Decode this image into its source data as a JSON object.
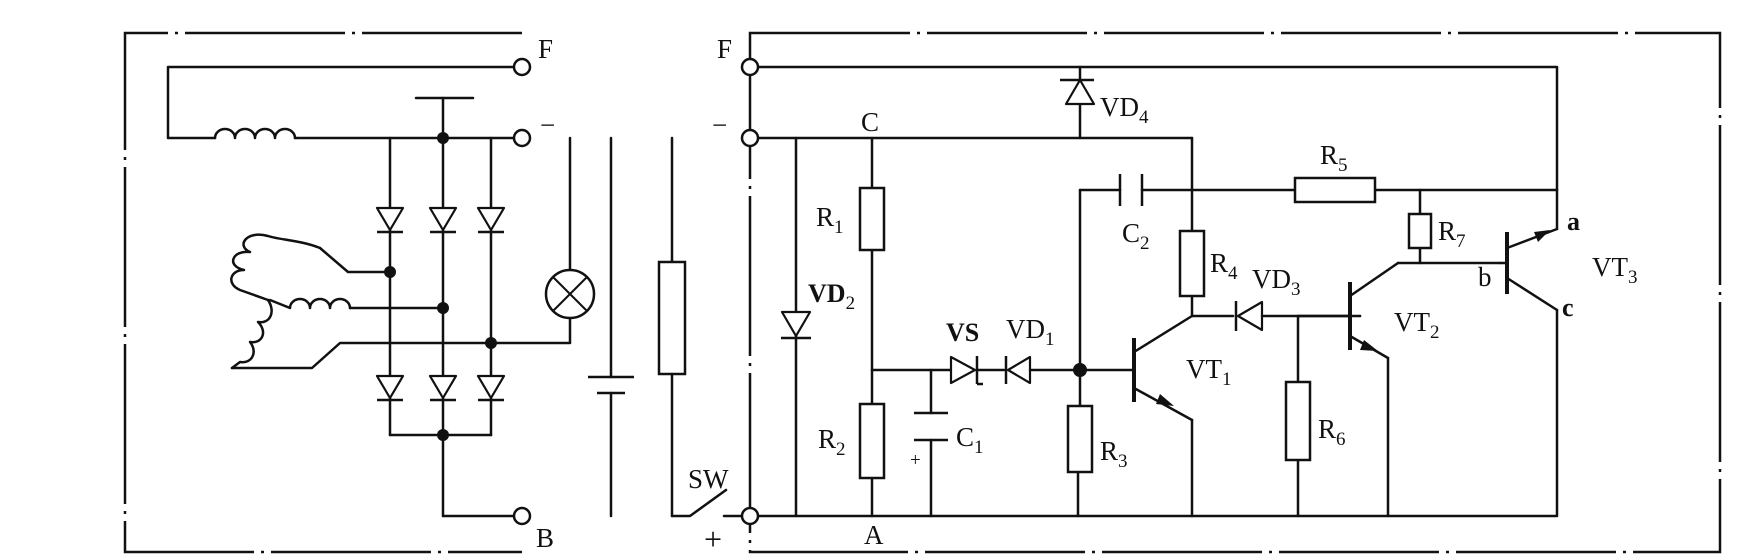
{
  "labels": {
    "F_left": "F",
    "F_right": "F",
    "minus_left": "−",
    "minus_right": "−",
    "B": "B",
    "plus": "+",
    "SW": "SW",
    "C_node": "C",
    "A_node": "A",
    "a_pin": "a",
    "b_pin": "b",
    "c_pin": "c",
    "VS": "VS",
    "C1_plus": "+"
  },
  "components": {
    "R1": {
      "base": "R",
      "sub": "1"
    },
    "R2": {
      "base": "R",
      "sub": "2"
    },
    "R3": {
      "base": "R",
      "sub": "3"
    },
    "R4": {
      "base": "R",
      "sub": "4"
    },
    "R5": {
      "base": "R",
      "sub": "5"
    },
    "R6": {
      "base": "R",
      "sub": "6"
    },
    "R7": {
      "base": "R",
      "sub": "7"
    },
    "C1": {
      "base": "C",
      "sub": "1"
    },
    "C2": {
      "base": "C",
      "sub": "2"
    },
    "VD1": {
      "base": "VD",
      "sub": "1"
    },
    "VD2": {
      "base": "VD",
      "sub": "2"
    },
    "VD3": {
      "base": "VD",
      "sub": "3"
    },
    "VD4": {
      "base": "VD",
      "sub": "4"
    },
    "VT1": {
      "base": "VT",
      "sub": "1"
    },
    "VT2": {
      "base": "VT",
      "sub": "2"
    },
    "VT3": {
      "base": "VT",
      "sub": "3"
    }
  }
}
